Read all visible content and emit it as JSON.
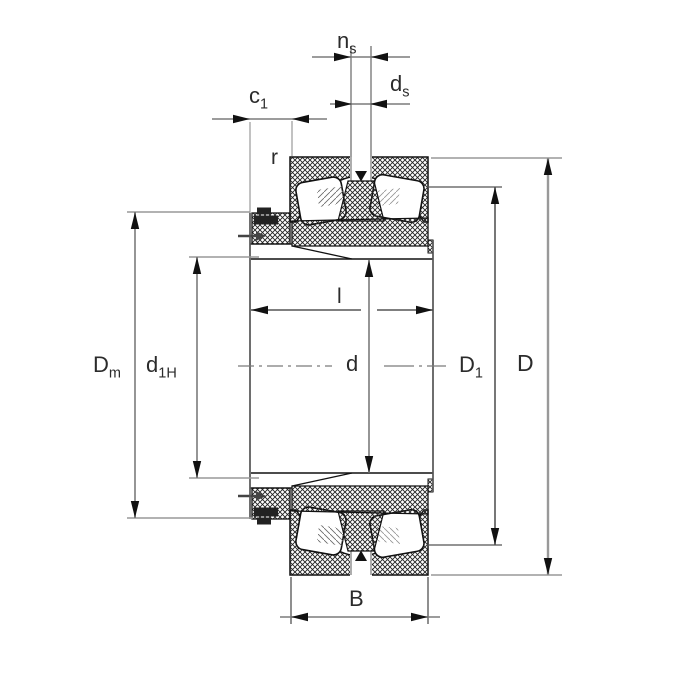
{
  "drawing": {
    "kind": "bearing-cross-section-technical-drawing",
    "colors": {
      "background": "#ffffff",
      "object_line": "#111111",
      "dimension_line_gray": "#7b7b7b",
      "dimension_line_dark": "#555555",
      "arrowhead": "#111111",
      "label_text": "#2b2b2b",
      "hatch": "#222222"
    },
    "labels": {
      "ns": {
        "main": "n",
        "sub": "s"
      },
      "ds": {
        "main": "d",
        "sub": "s"
      },
      "c1": {
        "main": "c",
        "sub": "1"
      },
      "r": {
        "main": "r",
        "sub": ""
      },
      "Dm": {
        "main": "D",
        "sub": "m"
      },
      "d1H": {
        "main": "d",
        "sub": "1H"
      },
      "l": {
        "main": "l",
        "sub": ""
      },
      "d": {
        "main": "d",
        "sub": ""
      },
      "D1": {
        "main": "D",
        "sub": "1"
      },
      "D": {
        "main": "D",
        "sub": ""
      },
      "B": {
        "main": "B",
        "sub": ""
      }
    }
  }
}
